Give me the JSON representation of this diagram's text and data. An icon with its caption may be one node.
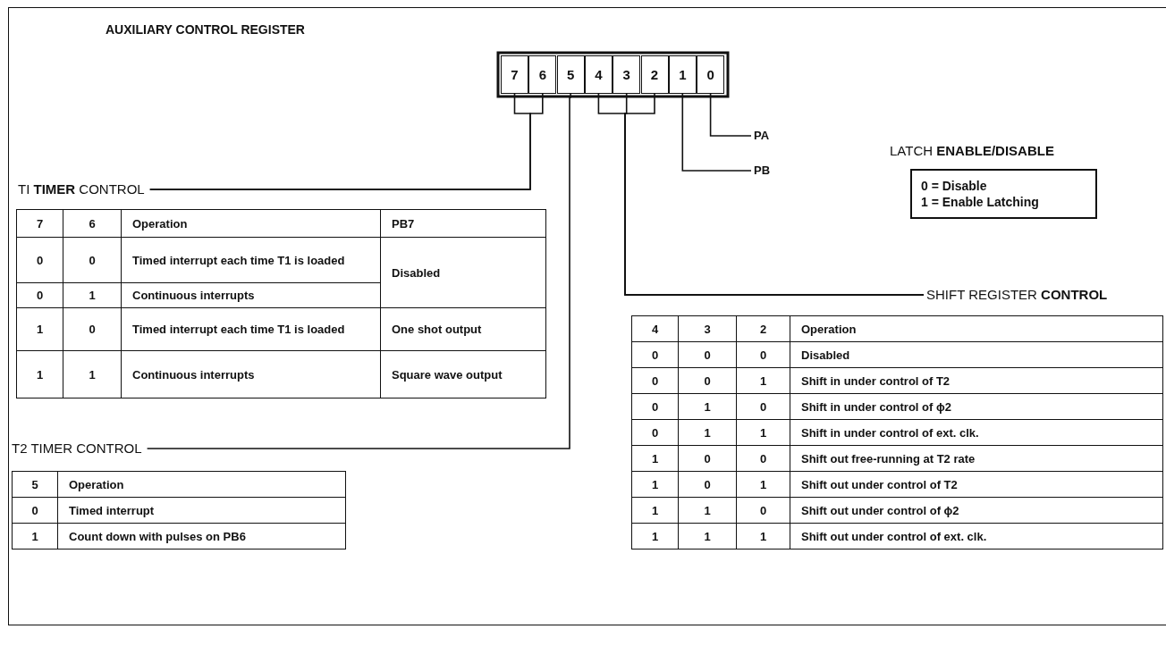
{
  "diagram": {
    "title": "AUXILIARY CONTROL REGISTER",
    "nodes": [
      {
        "text": [
          "7"
        ]
      },
      {
        "text": [
          "6"
        ]
      },
      {
        "text": [
          "5"
        ]
      },
      {
        "text": [
          "4"
        ]
      },
      {
        "text": [
          "3"
        ]
      },
      {
        "text": [
          "2"
        ]
      },
      {
        "text": [
          "1"
        ]
      },
      {
        "text": [
          "0"
        ]
      },
      {
        "text": [
          "PA"
        ]
      },
      {
        "text": [
          "PB"
        ]
      },
      {
        "text": [
          "LATCH **ENABLE/DISABLE**",
          "0 = Disable",
          "1 = Enable Latching"
        ]
      },
      {
        "text": [
          "TI **TIMER** CONTROL"
        ]
      },
      {
        "text": [
          "SHIFT REGISTER **CONTROL**"
        ]
      },
      {
        "text": [
          "T2 TIMER CONTROL"
        ]
      }
    ],
    "edges": [
      {
        "from": 0,
        "to": 11,
        "arrow": "none"
      },
      {
        "from": 1,
        "to": 11,
        "arrow": "none"
      },
      {
        "from": 2,
        "to": 13,
        "arrow": "none"
      },
      {
        "from": 3,
        "to": 12,
        "arrow": "none"
      },
      {
        "from": 4,
        "to": 12,
        "arrow": "none"
      },
      {
        "from": 5,
        "to": 12,
        "arrow": "none"
      },
      {
        "from": 6,
        "to": 9,
        "arrow": "none"
      },
      {
        "from": 7,
        "to": 8,
        "arrow": "none"
      }
    ],
    "labels": [
      "7",
      "6",
      "Operation",
      "PB7",
      "0",
      "0",
      "Timed interrupt each time T1 is loaded",
      "Disabled",
      "0",
      "1",
      "Continuous interrupts",
      "1",
      "0",
      "Timed interrupt each time T1 is loaded",
      "One shot output",
      "1",
      "1",
      "Continuous interrupts",
      "Square wave output",
      "5",
      "Operation",
      "0",
      "Timed interrupt",
      "1",
      "Count down with pulses on PB6",
      "4",
      "3",
      "2",
      "Operation",
      "0",
      "0",
      "0",
      "Disabled",
      "0",
      "0",
      "1",
      "Shift in under control of T2",
      "0",
      "1",
      "0",
      "Shift in under control of ϕ2",
      "0",
      "1",
      "1",
      "Shift in under control of ext. clk.",
      "1",
      "0",
      "0",
      "Shift out free-running at T2 rate",
      "1",
      "0",
      "1",
      "Shift out under control of T2",
      "1",
      "1",
      "0",
      "Shift out under control of ϕ2",
      "1",
      "1",
      "1",
      "Shift out under control of ext. clk."
    ]
  }
}
